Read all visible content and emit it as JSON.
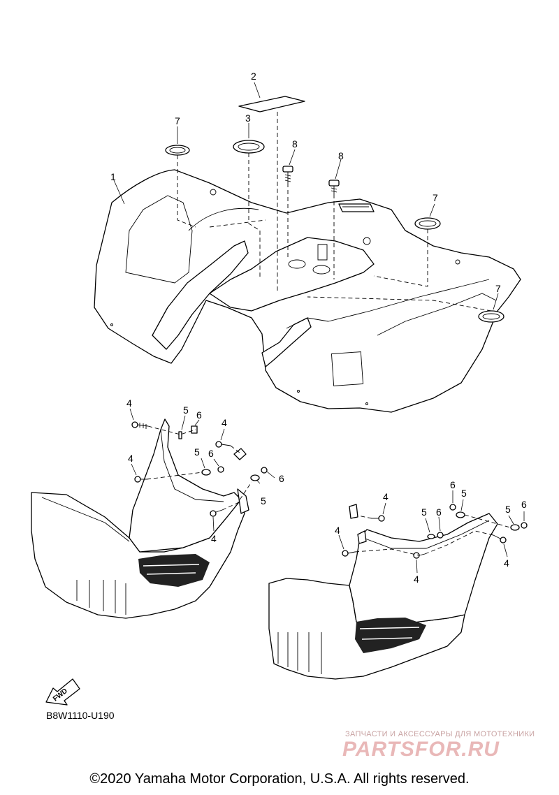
{
  "callouts": {
    "c1": "1",
    "c2": "2",
    "c3": "3",
    "c7a": "7",
    "c8a": "8",
    "c8b": "8",
    "c7b": "7",
    "c7c": "7",
    "l4a": "4",
    "l5a": "5",
    "l6a": "6",
    "l4b": "4",
    "l4c": "4",
    "l5b": "5",
    "l6b": "6",
    "l6c": "6",
    "l5c": "5",
    "l4d": "4",
    "r4a": "4",
    "r6a": "6",
    "r5a": "5",
    "r5b": "5",
    "r6b": "6",
    "r5c": "5",
    "r6c": "6",
    "r4b": "4",
    "r4c": "4",
    "r4d": "4"
  },
  "fwd_label": "FWD",
  "diagram_code": "B8W1110-U190",
  "watermark": {
    "tagline": "ЗАПЧАСТИ И АКСЕССУАРЫ ДЛЯ МОТОТЕХНИКИ",
    "logo": "PARTSFOR.RU"
  },
  "copyright": "©2020 Yamaha Motor Corporation, U.S.A. All rights reserved."
}
